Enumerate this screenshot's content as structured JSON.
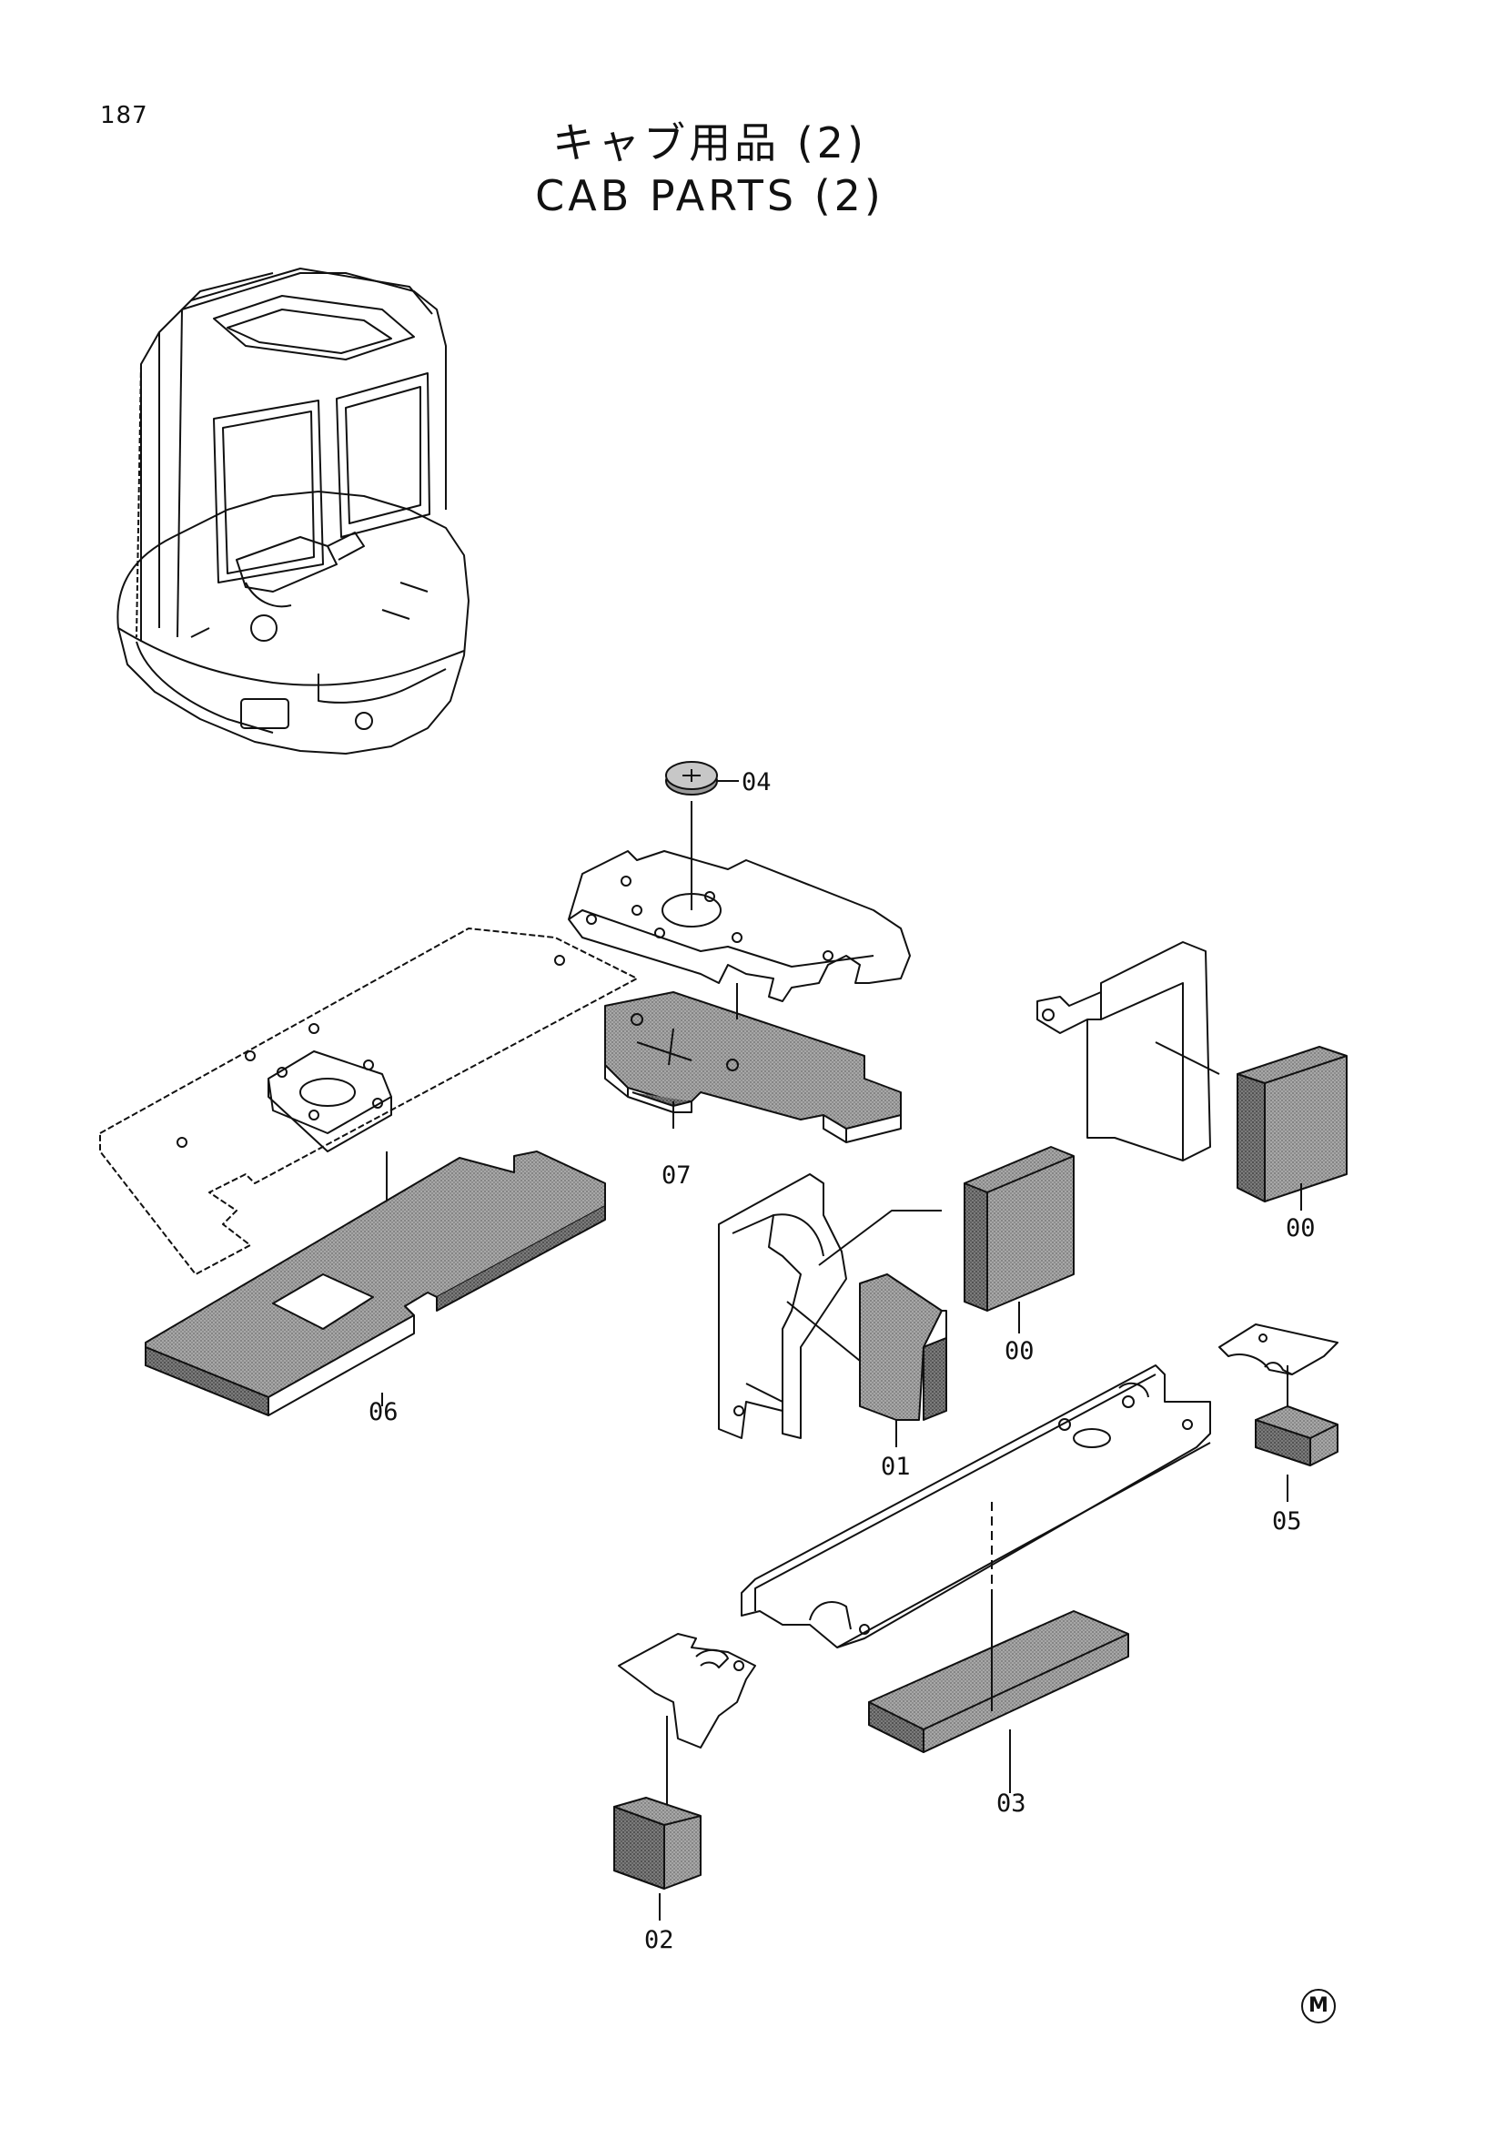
{
  "page": {
    "number": "187"
  },
  "title": {
    "ja": "キャブ用品 (2)",
    "en": "CAB PARTS (2)"
  },
  "callouts": {
    "c04": "04",
    "c07": "07",
    "c06": "06",
    "c00a": "00",
    "c00b": "00",
    "c01": "01",
    "c05": "05",
    "c03": "03",
    "c02": "02"
  },
  "footer": {
    "mark": "M"
  },
  "colors": {
    "line": "#111111",
    "foam": "#9a9a9a",
    "foam_dark": "#5e5e5e"
  }
}
